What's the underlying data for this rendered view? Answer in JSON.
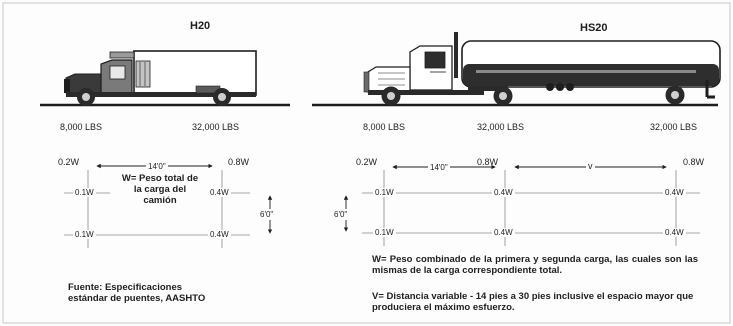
{
  "h20": {
    "title": "H20",
    "axle_weights": [
      "8,000 LBS",
      "32,000 LBS"
    ],
    "factors_top": [
      "0.2W",
      "0.8W"
    ],
    "spacing": "14'0\"",
    "width": "6'0\"",
    "wheel_loads": [
      "0.1W",
      "0.4W",
      "0.1W",
      "0.4W"
    ],
    "w_note": [
      "W= Peso total de",
      "la carga del",
      "camión"
    ]
  },
  "hs20": {
    "title": "HS20",
    "axle_weights": [
      "8,000 LBS",
      "32,000 LBS",
      "32,000 LBS"
    ],
    "factors_top": [
      "0.2W",
      "0.8W",
      "0.8W"
    ],
    "spacing": "14'0\"",
    "variable": "v",
    "width": "6'0\"",
    "wheel_loads": [
      "0.1W",
      "0.4W",
      "0.4W",
      "0.1W",
      "0.4W",
      "0.4W"
    ]
  },
  "notes": {
    "source": [
      "Fuente: Especificaciones",
      "estándar de puentes, AASHTO"
    ],
    "w_definition": "W= Peso combinado de la primera y segunda carga, las cuales son las mismas de la carga correspondiente total.",
    "v_definition": "V= Distancia variable - 14 pies a 30 pies inclusive el espacio mayor que produciera el máximo esfuerzo."
  },
  "colors": {
    "ink": "#1e1e1e",
    "grey": "#8a8a8a",
    "light": "#d8d8d8",
    "paper": "#fdfdfd"
  }
}
